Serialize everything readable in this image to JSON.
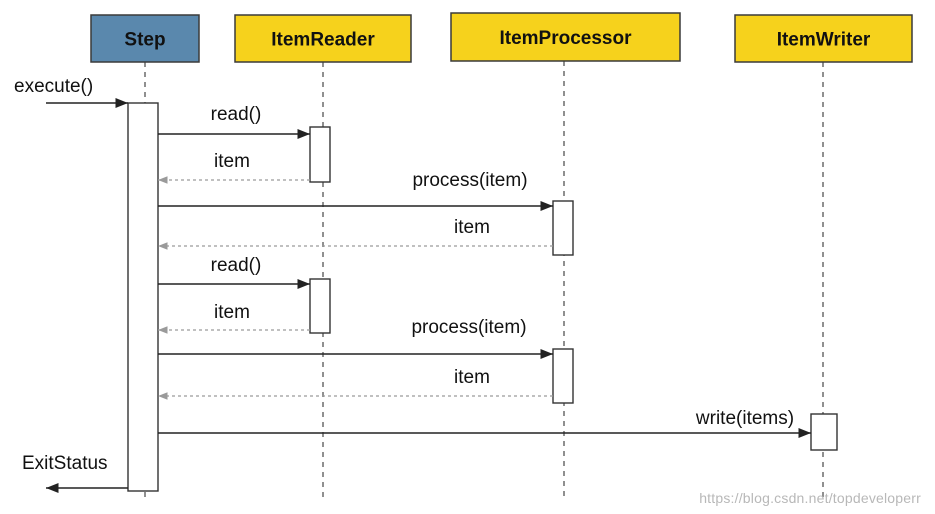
{
  "colors": {
    "step_box": "#5a88ad",
    "component_box": "#f6d21c",
    "box_border": "#3a3a3a",
    "line": "#222222",
    "return_line": "#9a9a9a"
  },
  "actors": [
    {
      "id": "step",
      "label": "Step",
      "color": "#5a88ad"
    },
    {
      "id": "reader",
      "label": "ItemReader",
      "color": "#f6d21c"
    },
    {
      "id": "processor",
      "label": "ItemProcessor",
      "color": "#f6d21c"
    },
    {
      "id": "writer",
      "label": "ItemWriter",
      "color": "#f6d21c"
    }
  ],
  "messages": [
    {
      "from": "external",
      "to": "step",
      "label": "execute()",
      "kind": "call"
    },
    {
      "from": "step",
      "to": "reader",
      "label": "read()",
      "kind": "call"
    },
    {
      "from": "reader",
      "to": "step",
      "label": "item",
      "kind": "return"
    },
    {
      "from": "step",
      "to": "processor",
      "label": "process(item)",
      "kind": "call"
    },
    {
      "from": "processor",
      "to": "step",
      "label": "item",
      "kind": "return"
    },
    {
      "from": "step",
      "to": "reader",
      "label": "read()",
      "kind": "call"
    },
    {
      "from": "reader",
      "to": "step",
      "label": "item",
      "kind": "return"
    },
    {
      "from": "step",
      "to": "processor",
      "label": "process(item)",
      "kind": "call"
    },
    {
      "from": "processor",
      "to": "step",
      "label": "item",
      "kind": "return"
    },
    {
      "from": "step",
      "to": "writer",
      "label": "write(items)",
      "kind": "call"
    },
    {
      "from": "step",
      "to": "external",
      "label": "ExitStatus",
      "kind": "call"
    }
  ],
  "watermark": "https://blog.csdn.net/topdeveloperr"
}
